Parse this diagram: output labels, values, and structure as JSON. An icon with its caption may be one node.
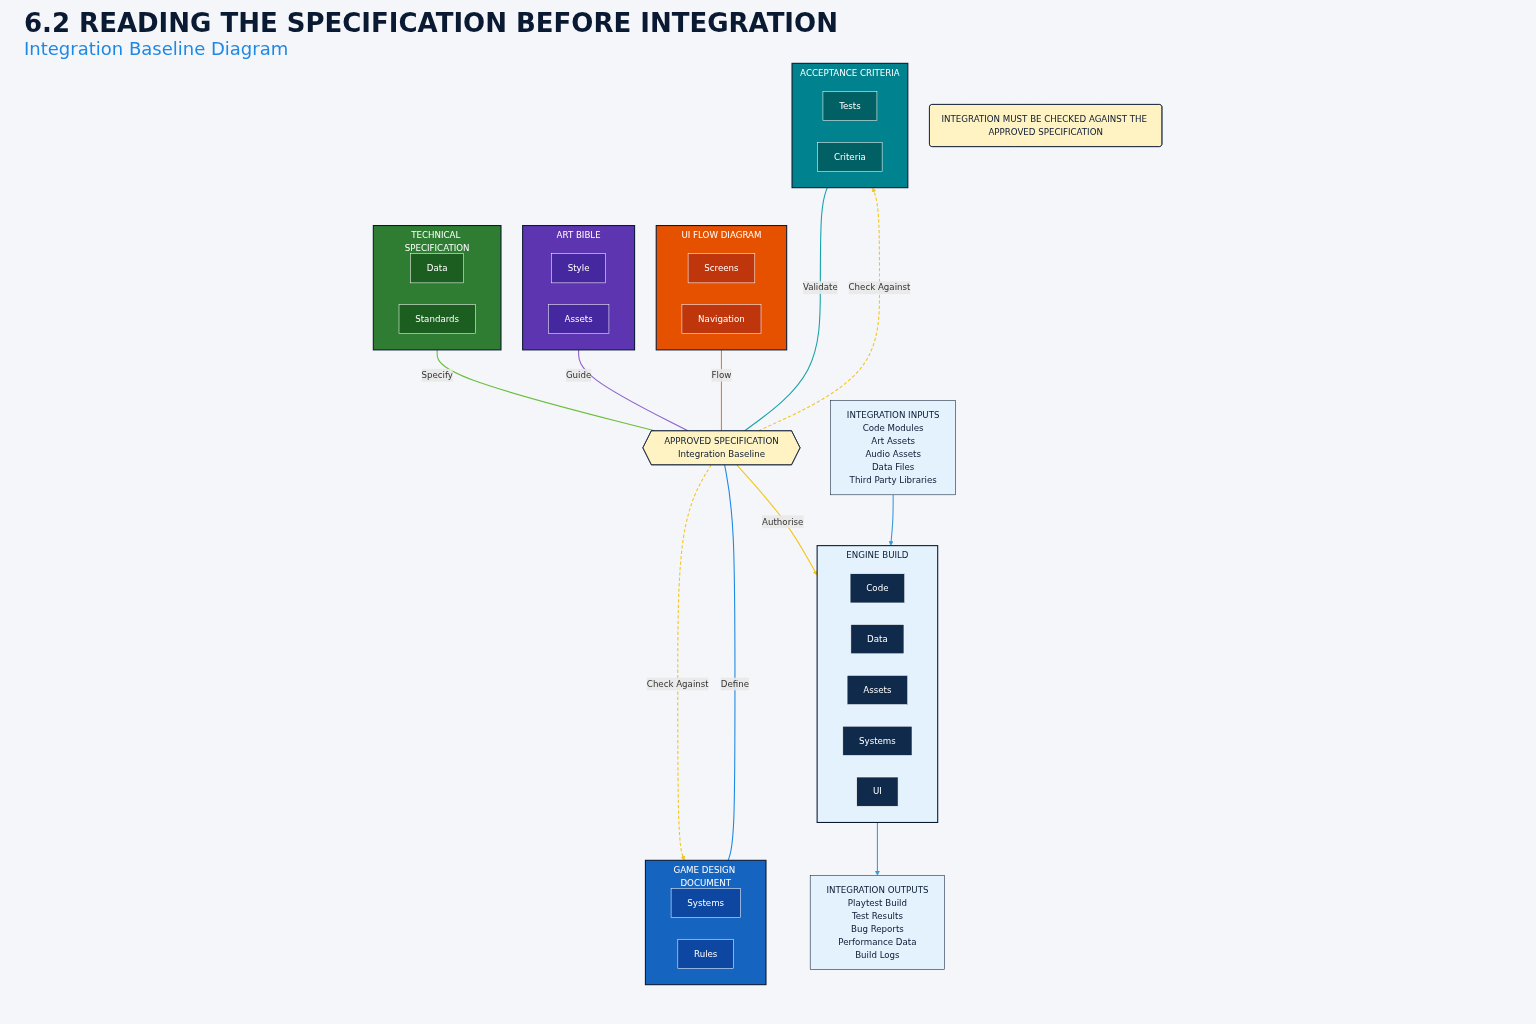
{
  "diagram": {
    "title": "6.2 READING THE SPECIFICATION BEFORE INTEGRATION",
    "nodes": [
      {
        "text": [
          "GAME DESIGN DOCUMENT"
        ]
      },
      {
        "text": [
          "Systems"
        ],
        "in": 0
      },
      {
        "text": [
          "Rules"
        ],
        "in": 0
      },
      {
        "text": [
          "TECHNICAL SPECIFICATION"
        ]
      },
      {
        "text": [
          "Data"
        ],
        "in": 3
      },
      {
        "text": [
          "Standards"
        ],
        "in": 3
      },
      {
        "text": [
          "ART BIBLE"
        ]
      },
      {
        "text": [
          "Style"
        ],
        "in": 6
      },
      {
        "text": [
          "Assets"
        ],
        "in": 6
      },
      {
        "text": [
          "UI FLOW DIAGRAM"
        ]
      },
      {
        "text": [
          "Screens"
        ],
        "in": 9
      },
      {
        "text": [
          "Navigation"
        ],
        "in": 9
      },
      {
        "text": [
          "ACCEPTANCE CRITERIA"
        ]
      },
      {
        "text": [
          "Tests"
        ],
        "in": 12
      },
      {
        "text": [
          "Criteria"
        ],
        "in": 12
      },
      {
        "text": [
          "APPROVED SPECIFICATION",
          "Integration Baseline"
        ]
      },
      {
        "text": [
          "INTEGRATION INPUTS",
          "Code Modules",
          "Art Assets",
          "Audio Assets",
          "Data Files",
          "Third Party Libraries"
        ]
      },
      {
        "text": [
          "ENGINE BUILD"
        ]
      },
      {
        "text": [
          "Code"
        ],
        "in": 17
      },
      {
        "text": [
          "Data"
        ],
        "in": 17
      },
      {
        "text": [
          "Assets"
        ],
        "in": 17
      },
      {
        "text": [
          "Systems"
        ],
        "in": 17
      },
      {
        "text": [
          "UI"
        ],
        "in": 17
      },
      {
        "text": [
          "INTEGRATION OUTPUTS",
          "Playtest Build",
          "Test Results",
          "Bug Reports",
          "Performance Data",
          "Build Logs"
        ]
      },
      {
        "text": [
          "INTEGRATION MUST BE CHECKED AGAINST THE APPROVED SPECIFICATION"
        ]
      }
    ],
    "edges": [
      {
        "from": 15,
        "to": 0,
        "arrow": "to",
        "label": "Check Against",
        "style": "dashed",
        "color": "#f5c518"
      },
      {
        "from": 15,
        "to": 12,
        "arrow": "to",
        "label": "Check Against",
        "style": "dashed",
        "color": "#f5c518"
      },
      {
        "from": 0,
        "to": 15,
        "arrow": "none",
        "label": "Define",
        "color": "#1e88e5"
      },
      {
        "from": 3,
        "to": 15,
        "arrow": "none",
        "label": "Specify",
        "color": "#6abf3a"
      },
      {
        "from": 6,
        "to": 15,
        "arrow": "none",
        "label": "Guide",
        "color": "#8e5cc9"
      },
      {
        "from": 9,
        "to": 15,
        "arrow": "none",
        "label": "Flow",
        "color": "#f07c12"
      },
      {
        "from": 12,
        "to": 15,
        "arrow": "none",
        "label": "Validate",
        "color": "#16a2a8"
      },
      {
        "from": 15,
        "to": 17,
        "arrow": "to",
        "label": "Authorise",
        "color": "#f5c518"
      },
      {
        "from": 16,
        "to": 17,
        "arrow": "to",
        "color": "#3a9ad9"
      },
      {
        "from": 17,
        "to": 23,
        "arrow": "to",
        "color": "#3a9ad9"
      }
    ],
    "labels": [
      "Integration Baseline Diagram"
    ]
  }
}
